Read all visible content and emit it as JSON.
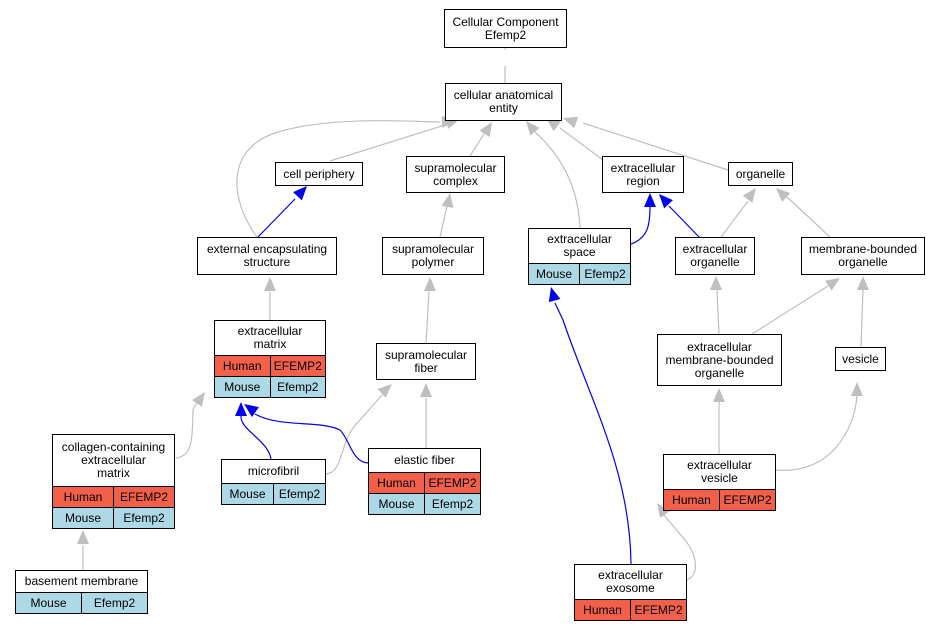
{
  "colors": {
    "grey_edge": "#bfbfbf",
    "blue_edge": "#0000ee",
    "human": "#f2604a",
    "mouse": "#add8e6"
  },
  "nodes": {
    "root": {
      "title": "Cellular Component\nEfemp2"
    },
    "cae": {
      "title": "cellular anatomical\nentity"
    },
    "cellper": {
      "title": "cell periphery"
    },
    "supcomplex": {
      "title": "supramolecular\ncomplex"
    },
    "ecregion": {
      "title": "extracellular\nregion"
    },
    "organelle": {
      "title": "organelle"
    },
    "extenc": {
      "title": "external encapsulating\nstructure"
    },
    "suppolymer": {
      "title": "supramolecular\npolymer"
    },
    "ecspace": {
      "title": "extracellular\nspace",
      "mouse": [
        "Mouse",
        "Efemp2"
      ]
    },
    "ecorg": {
      "title": "extracellular\norganelle"
    },
    "membound": {
      "title": "membrane-bounded\norganelle"
    },
    "ecmatrix": {
      "title": "extracellular\nmatrix",
      "human": [
        "Human",
        "EFEMP2"
      ],
      "mouse": [
        "Mouse",
        "Efemp2"
      ]
    },
    "supfiber": {
      "title": "supramolecular\nfiber"
    },
    "ecmemorg": {
      "title": "extracellular\nmembrane-bounded\norganelle"
    },
    "vesicle": {
      "title": "vesicle"
    },
    "collagen": {
      "title": "collagen-containing\nextracellular\nmatrix",
      "human": [
        "Human",
        "EFEMP2"
      ],
      "mouse": [
        "Mouse",
        "Efemp2"
      ]
    },
    "microfibril": {
      "title": "microfibril",
      "mouse": [
        "Mouse",
        "Efemp2"
      ]
    },
    "elastic": {
      "title": "elastic fiber",
      "human": [
        "Human",
        "EFEMP2"
      ],
      "mouse": [
        "Mouse",
        "Efemp2"
      ]
    },
    "ecvesicle": {
      "title": "extracellular\nvesicle",
      "human": [
        "Human",
        "EFEMP2"
      ]
    },
    "basement": {
      "title": "basement membrane",
      "mouse": [
        "Mouse",
        "Efemp2"
      ]
    },
    "exosome": {
      "title": "extracellular\nexosome",
      "human": [
        "Human",
        "EFEMP2"
      ]
    }
  }
}
